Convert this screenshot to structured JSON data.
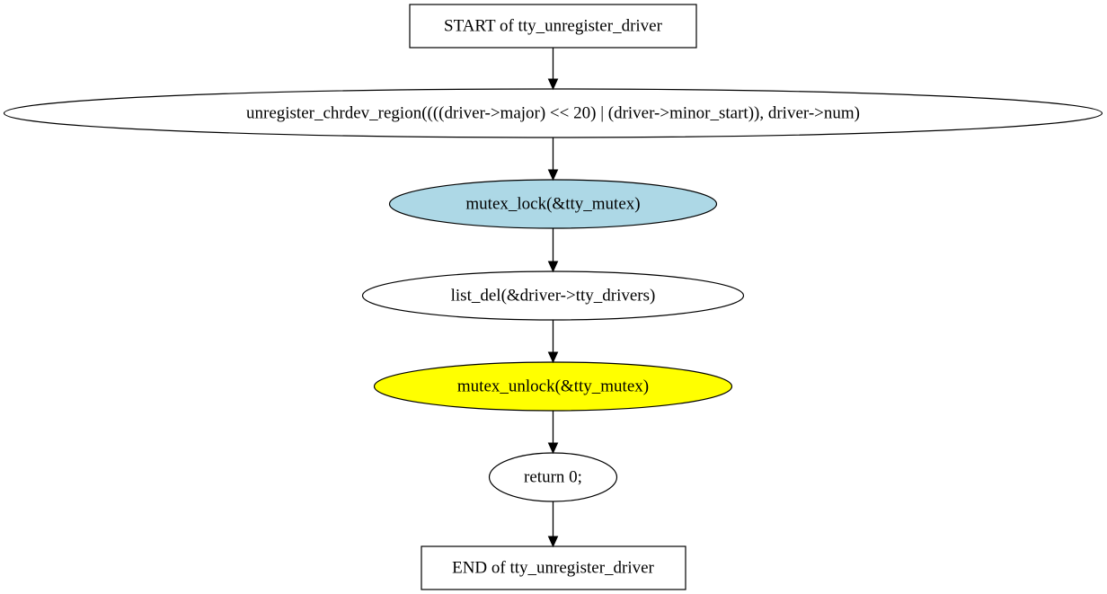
{
  "colors": {
    "default_fill": "#ffffff",
    "stroke": "#000000",
    "lock_fill": "#add8e6",
    "unlock_fill": "#ffff00"
  },
  "nodes": {
    "start": {
      "label": "START of tty_unregister_driver",
      "shape": "box",
      "fill": "#ffffff"
    },
    "unregister": {
      "label": "unregister_chrdev_region((((driver->major) << 20) | (driver->minor_start)), driver->num)",
      "shape": "ellipse",
      "fill": "#ffffff"
    },
    "lock": {
      "label": "mutex_lock(&tty_mutex)",
      "shape": "ellipse",
      "fill": "#add8e6"
    },
    "listdel": {
      "label": "list_del(&driver->tty_drivers)",
      "shape": "ellipse",
      "fill": "#ffffff"
    },
    "unlock": {
      "label": "mutex_unlock(&tty_mutex)",
      "shape": "ellipse",
      "fill": "#ffff00"
    },
    "ret": {
      "label": "return 0;",
      "shape": "ellipse",
      "fill": "#ffffff"
    },
    "end": {
      "label": "END of tty_unregister_driver",
      "shape": "box",
      "fill": "#ffffff"
    }
  },
  "edges": [
    {
      "from": "start",
      "to": "unregister"
    },
    {
      "from": "unregister",
      "to": "lock"
    },
    {
      "from": "lock",
      "to": "listdel"
    },
    {
      "from": "listdel",
      "to": "unlock"
    },
    {
      "from": "unlock",
      "to": "ret"
    },
    {
      "from": "ret",
      "to": "end"
    }
  ]
}
